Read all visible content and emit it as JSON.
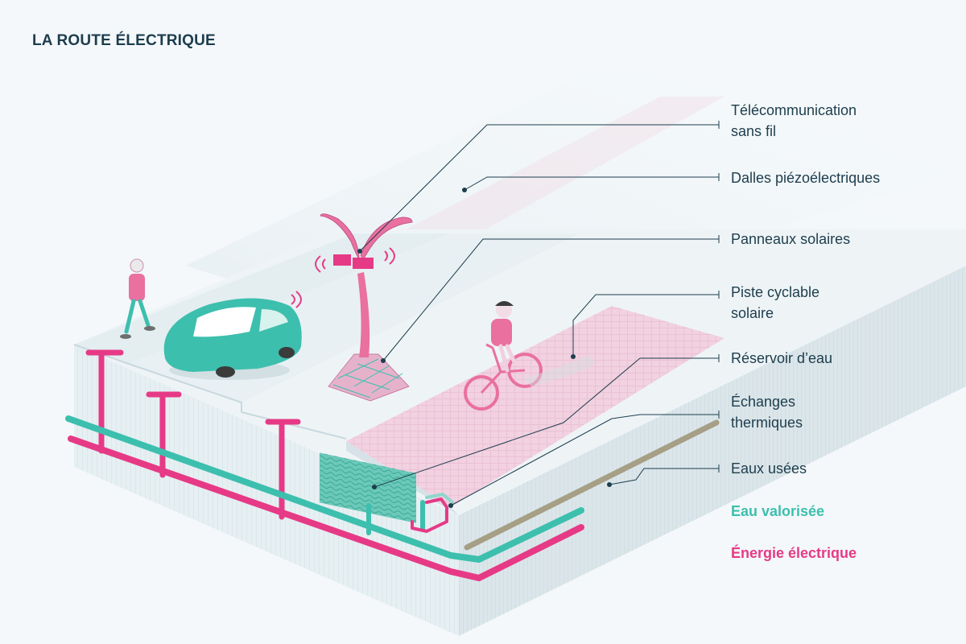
{
  "title": "LA ROUTE ÉLECTRIQUE",
  "colors": {
    "teal": "#3dbfae",
    "pink": "#e63a86",
    "callout_line": "#1d3d4d",
    "sewage": "#a69f86"
  },
  "labels": {
    "telecom": "Télécommunication\nsans fil",
    "piezo": "Dalles piézoélectriques",
    "solar_panels": "Panneaux solaires",
    "bike_lane": "Piste cyclable\nsolaire",
    "water_tank": "Réservoir d’eau",
    "heat_exchange": "Échanges\nthermiques",
    "wastewater": "Eaux usées",
    "recovered_water": "Eau valorisée",
    "electric_energy": "Énergie électrique"
  }
}
